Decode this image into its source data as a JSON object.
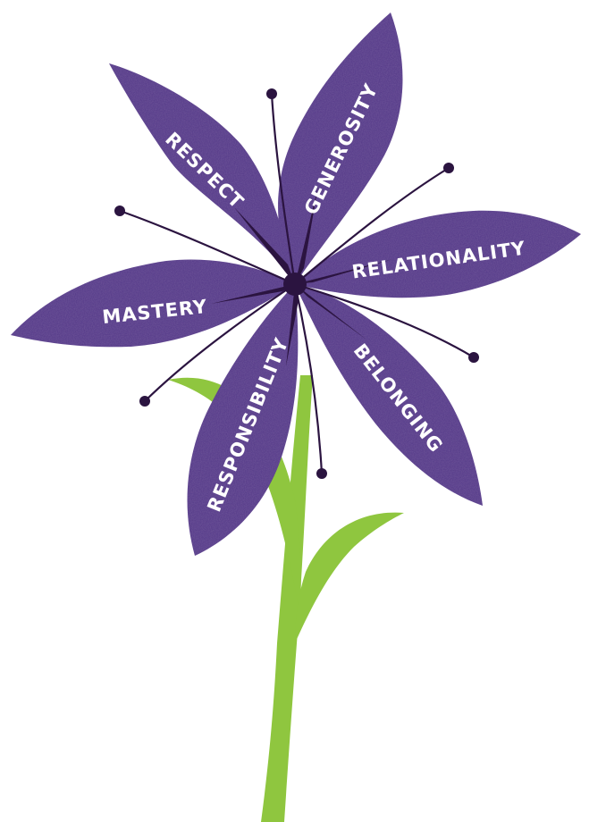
{
  "colors": {
    "background": "#ffffff",
    "petal": "#5a3f8c",
    "petal_dark": "#3e2766",
    "sepal": "#2b1440",
    "stem": "#8fc63f",
    "label": "#ffffff"
  },
  "flower": {
    "petals": [
      {
        "id": "respect",
        "label": "RESPECT"
      },
      {
        "id": "generosity",
        "label": "GENEROSITY"
      },
      {
        "id": "relationality",
        "label": "RELATIONALITY"
      },
      {
        "id": "belonging",
        "label": "BELONGING"
      },
      {
        "id": "responsibility",
        "label": "RESPONSIBILITY"
      },
      {
        "id": "mastery",
        "label": "MASTERY"
      }
    ]
  }
}
